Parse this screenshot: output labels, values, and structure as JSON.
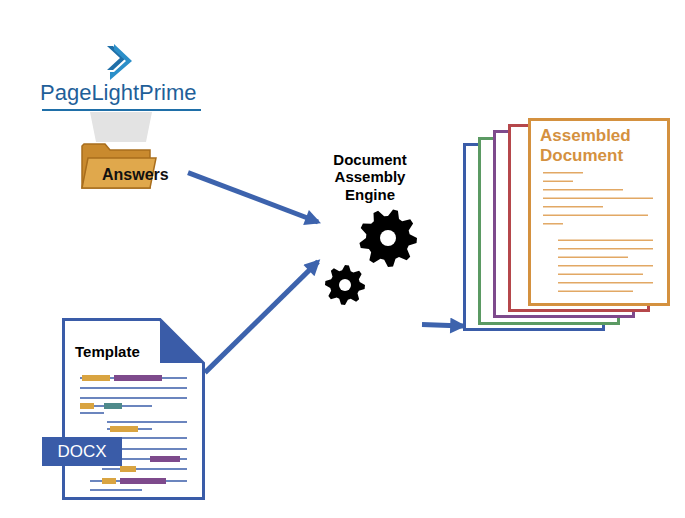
{
  "diagram": {
    "nodes": [
      {
        "text": [
          "Answers"
        ]
      },
      {
        "text": [
          "Document Assembly Engine"
        ]
      },
      {
        "text": [
          "Assembled Document"
        ]
      },
      {
        "text": [
          "Template"
        ]
      },
      {
        "text": [
          "DOCX"
        ],
        "in": 3
      }
    ],
    "edges": [
      {
        "from": 0,
        "to": 1,
        "arrow": "to"
      },
      {
        "from": 3,
        "to": 1,
        "arrow": "to"
      },
      {
        "from": 1,
        "to": 2,
        "arrow": "to"
      }
    ],
    "labels": [
      "PageLightPrime"
    ]
  }
}
